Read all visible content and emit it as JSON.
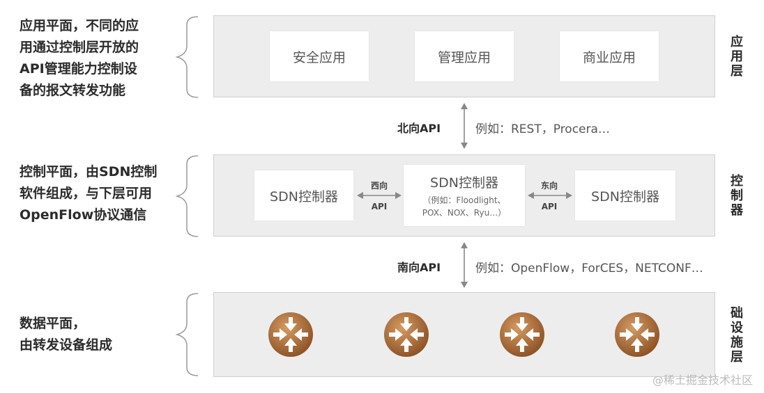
{
  "descriptions": {
    "application": "应用平面，不同的应\n用通过控制层开放的\nAPI管理能力控制设\n备的报文转发功能",
    "control": "控制平面，由SDN控制\n软件组成，与下层可用\nOpenFlow协议通信",
    "data": "数据平面，\n由转发设备组成"
  },
  "application_layer": {
    "label": "应用层",
    "apps": [
      "安全应用",
      "管理应用",
      "商业应用"
    ]
  },
  "northbound": {
    "name": "北向API",
    "example": "例如：REST，Procera…"
  },
  "control_layer": {
    "label": "控制器",
    "left_controller": "SDN控制器",
    "center_controller": "SDN控制器",
    "center_sub": "（例如：Floodlight、\nPOX、NOX、Ryu…）",
    "right_controller": "SDN控制器",
    "west_api": [
      "西向",
      "API"
    ],
    "east_api": [
      "东向",
      "API"
    ]
  },
  "southbound": {
    "name": "南向API",
    "example": "例如：OpenFlow，ForCES，NETCONF…"
  },
  "infrastructure_layer": {
    "label": "础设施层",
    "routers": [
      "router-icon",
      "router-icon",
      "router-icon",
      "router-icon"
    ]
  },
  "watermark": "@稀土掘金技术社区",
  "colors": {
    "router_gradient_start": "#c98a52",
    "router_gradient_end": "#8a5024",
    "layer_bg": "#ededed",
    "arrow": "#888888"
  }
}
